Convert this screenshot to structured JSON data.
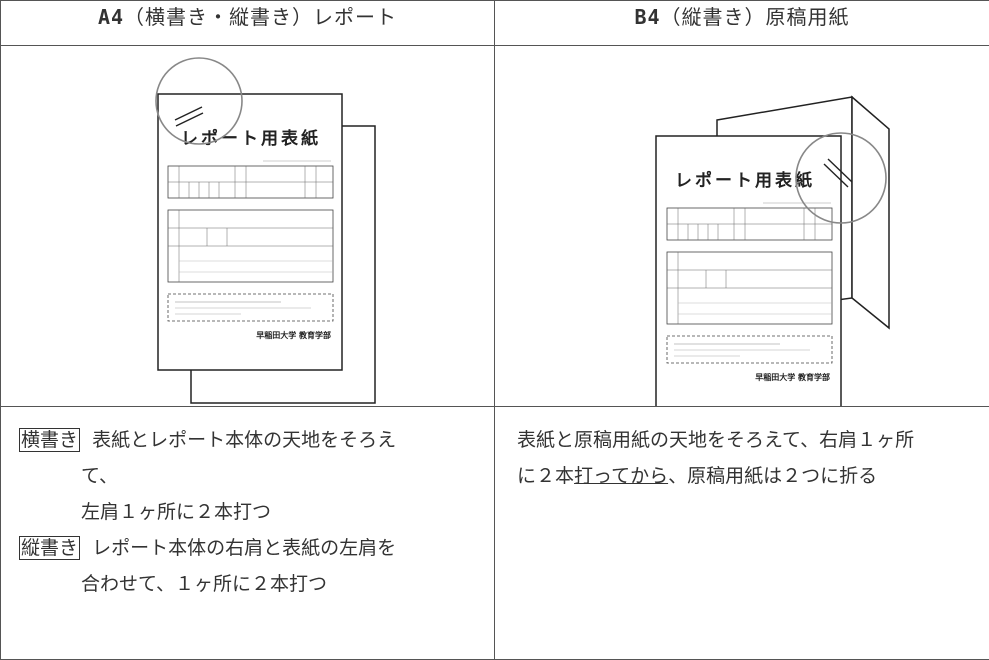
{
  "headers": {
    "left_code": "A4",
    "left_text": "（横書き・縦書き）レポート",
    "right_code": "B4",
    "right_text": "（縦書き）原稿用紙"
  },
  "cover": {
    "title": "レポート用表紙",
    "footer": "早稲田大学 教育学部"
  },
  "left_text": {
    "tag1": "横書き",
    "line1": "表紙とレポート本体の天地をそろえ",
    "line2": "て、",
    "line3": "左肩１ヶ所に２本打つ",
    "tag2": "縦書き",
    "line4": "レポート本体の右肩と表紙の左肩を",
    "line5": "合わせて、１ヶ所に２本打つ"
  },
  "right_text": {
    "line1": "表紙と原稿用紙の天地をそろえて、右肩１ヶ所",
    "line2_a": "に２本",
    "line2_u": "打ってから",
    "line2_b": "、原稿用紙は２つに折る"
  }
}
